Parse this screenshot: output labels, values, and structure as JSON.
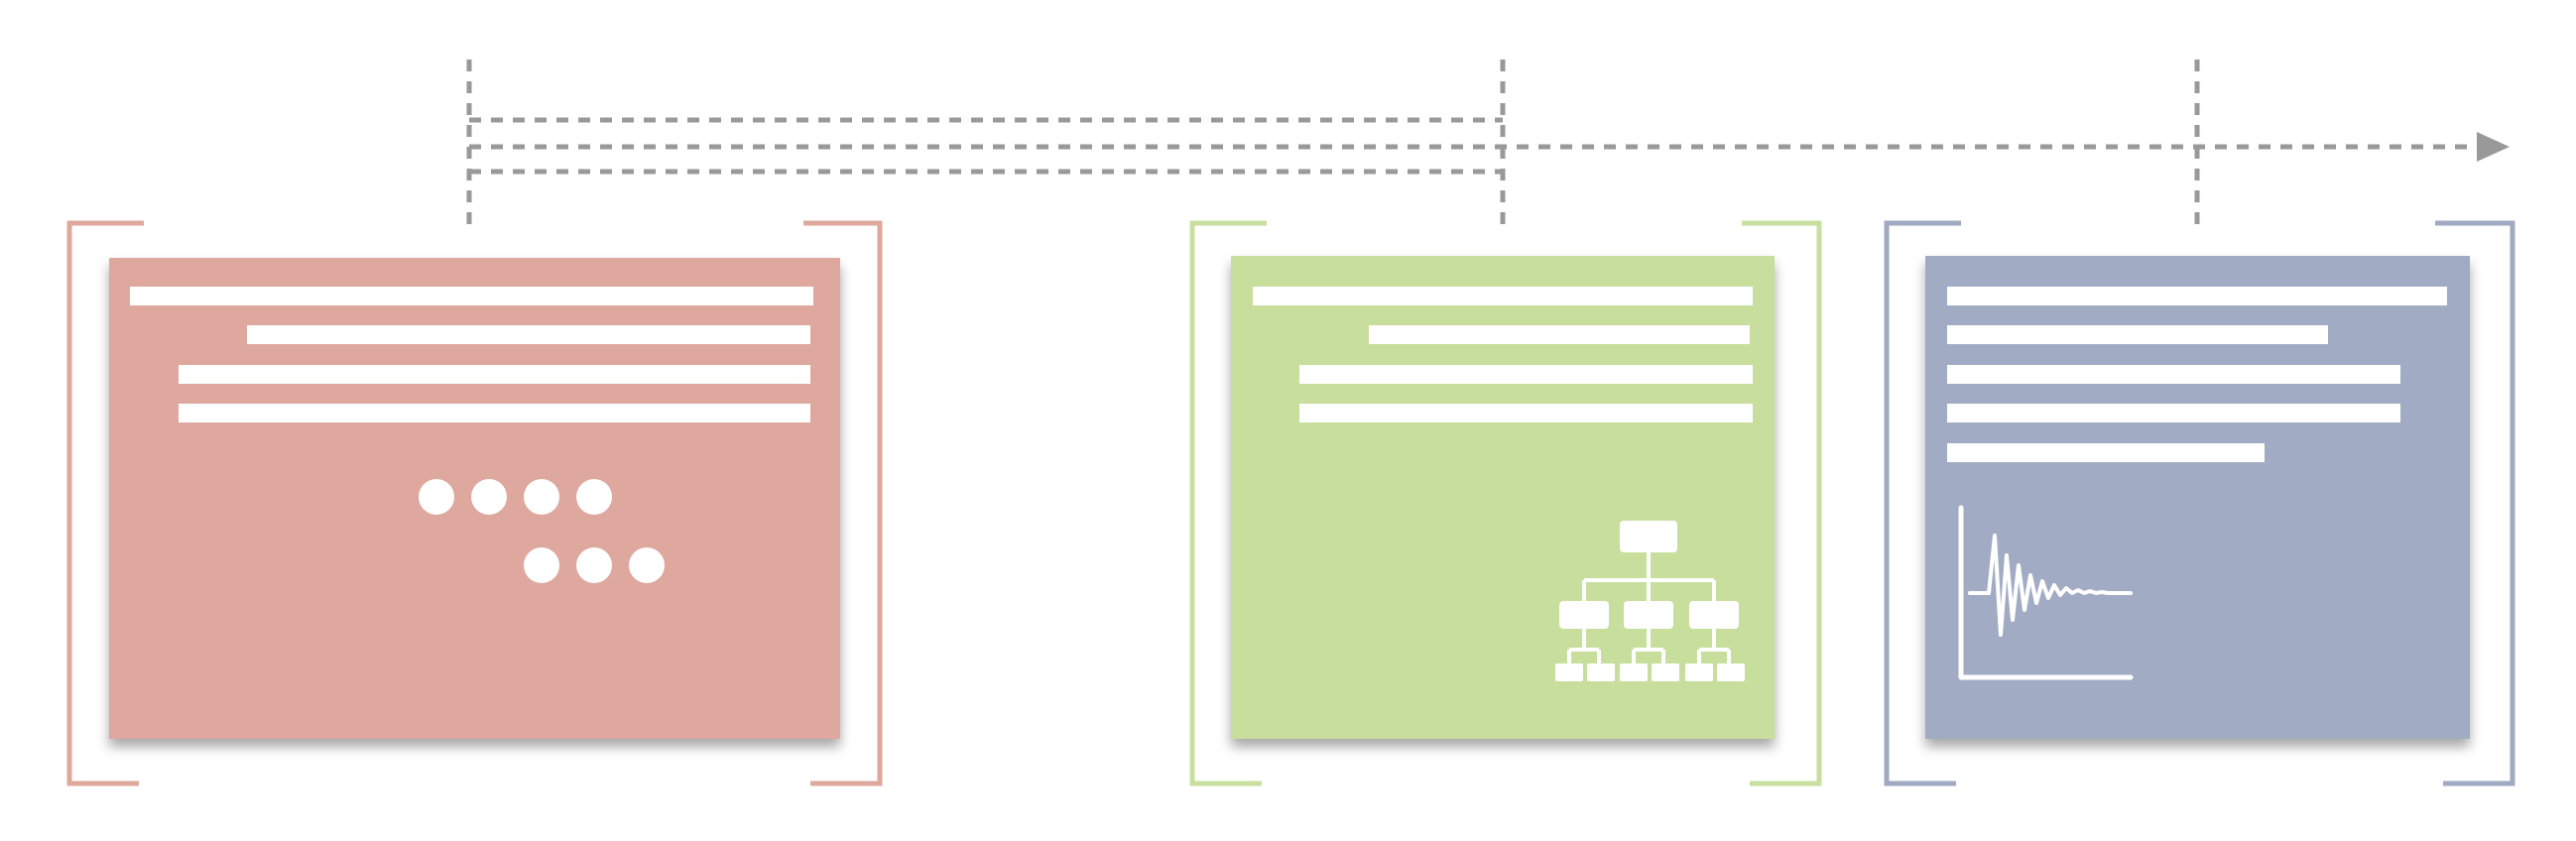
{
  "colors": {
    "background": "#ffffff",
    "timeline": "#999999",
    "card_left": "#dea89e",
    "card_left_bracket": "#dfa89d",
    "card_middle": "#c7de9c",
    "card_middle_bracket": "#c8df9f",
    "card_right": "#a1abc3",
    "card_right_bracket": "#9fa9c2",
    "glyph": "#ffffff"
  },
  "icons": {
    "left": "dots-cluster-icon",
    "middle": "hierarchy-tree-icon",
    "right": "damped-oscillation-plot-icon"
  },
  "cards": [
    {
      "id": "left",
      "text_line_count": 4,
      "icon": "dots-cluster-icon"
    },
    {
      "id": "middle",
      "text_line_count": 4,
      "icon": "hierarchy-tree-icon"
    },
    {
      "id": "right",
      "text_line_count": 5,
      "icon": "damped-oscillation-plot-icon"
    }
  ]
}
